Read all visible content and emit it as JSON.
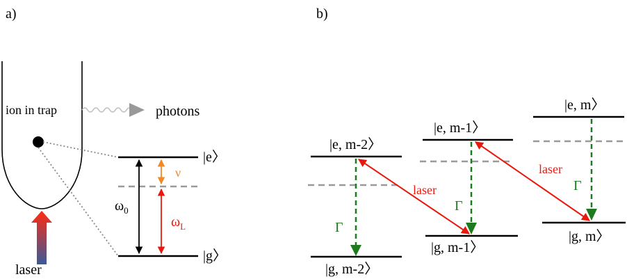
{
  "panel_a": {
    "label": "a)",
    "trap_label": "ion in trap",
    "photons_label": "photons",
    "laser_label": "laser",
    "state_e": "|e〉",
    "state_g": "|g〉",
    "omega0": "ω",
    "omega0_sub": "0",
    "omegaL": "ω",
    "omegaL_sub": "L",
    "nu": "ν"
  },
  "panel_b": {
    "label": "b)",
    "levels": [
      {
        "excited": "|e, m-2〉",
        "ground": "|g, m-2〉"
      },
      {
        "excited": "|e, m-1〉",
        "ground": "|g, m-1〉"
      },
      {
        "excited": "|e, m〉",
        "ground": "|g, m〉"
      }
    ],
    "decay_symbol": "Γ",
    "laser_label": "laser"
  },
  "colors": {
    "laser_red": "#e8190c",
    "decay_green": "#1e7a1e",
    "detuning_orange": "#f08a28",
    "dashed_gray": "#999999",
    "photon_gray": "#bbbbbb",
    "laser_arrow_blue": "#3a5a9a"
  }
}
